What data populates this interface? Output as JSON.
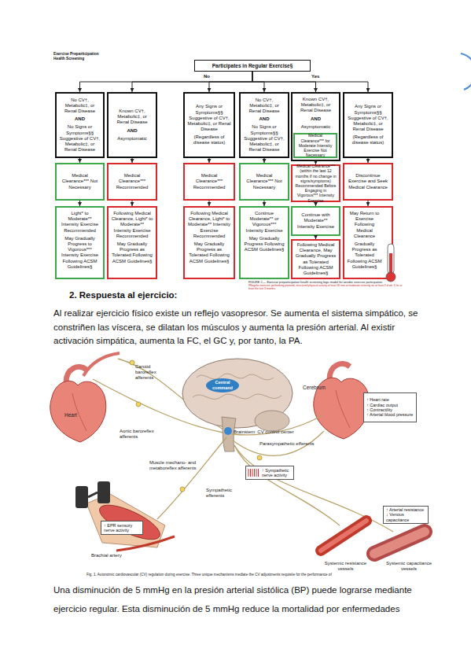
{
  "diagram": {
    "nodes": [
      {
        "text": [
          "Participates in Regular Exercise§"
        ]
      },
      {
        "text": [
          "No CV†, Metabolic‡, or Renal Disease",
          "AND",
          "No Signs or Symptoms§§ Suggestive of CV†, Metabolic‡, or Renal Disease"
        ]
      },
      {
        "text": [
          "Known CV†, Metabolic‡, or Renal Disease",
          "AND",
          "Asymptomatic"
        ]
      },
      {
        "text": [
          "Any Signs or Symptoms§§ Suggestive of CV†, Metabolic‡, or Renal Disease",
          "(Regardless of disease status)"
        ]
      },
      {
        "text": [
          "No CV†, Metabolic‡, or Renal Disease",
          "AND",
          "No Signs or Symptoms§§ Suggestive of CV†, Metabolic‡, or Renal Disease"
        ]
      },
      {
        "text": [
          "Known CV†, Metabolic‡, or Renal Disease",
          "AND",
          "Asymptomatic"
        ]
      },
      {
        "text": [
          "Medical Clearance*** for Moderate Intensity Exercise Not Necessary"
        ],
        "in": 5
      },
      {
        "text": [
          "Any Signs or Symptoms§§ Suggestive of CV†, Metabolic‡, or Renal Disease",
          "(Regardless of disease status)"
        ]
      },
      {
        "text": [
          "Medical Clearance*** Not Necessary"
        ]
      },
      {
        "text": [
          "Medical Clearance*** Recommended"
        ]
      },
      {
        "text": [
          "Medical Clearance*** Recommended"
        ]
      },
      {
        "text": [
          "Medical Clearance*** Not Necessary"
        ]
      },
      {
        "text": [
          "Medical Clearance*** (within the last 12 months if no change in signs/symptoms) Recommended Before Engaging in Vigorous*** Intensity Exercise"
        ]
      },
      {
        "text": [
          "Discontinue Exercise and Seek Medical Clearance"
        ]
      },
      {
        "text": [
          "Light* to Moderate** Intensity Exercise Recommended",
          "May Gradually Progress to Vigorous*** Intensity Exercise Following ACSM Guidelines§"
        ]
      },
      {
        "text": [
          "Following Medical Clearance, Light* to Moderate** Intensity Exercise Recommended",
          "May Gradually Progress as Tolerated Following ACSM Guidelines§"
        ]
      },
      {
        "text": [
          "Following Medical Clearance, Light* to Moderate** Intensity Exercise Recommended",
          "May Gradually Progress as Tolerated Following ACSM Guidelines§"
        ]
      },
      {
        "text": [
          "Continue Moderate** or Vigorous*** Intensity Exercise",
          "May Gradually Progress Following ACSM Guidelines§"
        ]
      },
      {
        "text": [
          "Continue with Moderate** Intensity Exercise"
        ]
      },
      {
        "text": [
          "Following Medical Clearance, May Gradually Progress as Tolerated Following ACSM Guidelines§"
        ]
      },
      {
        "text": [
          "May Return to Exercise Following Medical Clearance",
          "Gradually Progress as Tolerated Following ACSM Guidelines§"
        ]
      },
      {
        "text": [
          "Central command"
        ]
      },
      {
        "text": [
          "↑ Heart rate",
          "↑ Cardiac output",
          "↑ Contractility",
          "↑ Arterial blood pressure"
        ]
      },
      {
        "text": [
          "↑ Sympathetic nerve activity"
        ]
      },
      {
        "text": [
          "↑ Arterial resistance",
          "↓ Venous capacitance"
        ]
      },
      {
        "text": [
          "↑ EPR sensory nerve activity"
        ]
      }
    ],
    "edges": [
      {
        "from": 0,
        "to": 1,
        "arrow": "to"
      },
      {
        "from": 0,
        "to": 2,
        "arrow": "to"
      },
      {
        "from": 0,
        "to": 3,
        "arrow": "to"
      },
      {
        "from": 0,
        "to": 4,
        "arrow": "to"
      },
      {
        "from": 0,
        "to": 5,
        "arrow": "to"
      },
      {
        "from": 0,
        "to": 7,
        "arrow": "to"
      },
      {
        "from": 1,
        "to": 8,
        "arrow": "to"
      },
      {
        "from": 2,
        "to": 9,
        "arrow": "to"
      },
      {
        "from": 3,
        "to": 10,
        "arrow": "to"
      },
      {
        "from": 4,
        "to": 11,
        "arrow": "to"
      },
      {
        "from": 5,
        "to": 12,
        "arrow": "to"
      },
      {
        "from": 7,
        "to": 13,
        "arrow": "to"
      },
      {
        "from": 8,
        "to": 14,
        "arrow": "to"
      },
      {
        "from": 9,
        "to": 15,
        "arrow": "to"
      },
      {
        "from": 10,
        "to": 16,
        "arrow": "to"
      },
      {
        "from": 11,
        "to": 17,
        "arrow": "to"
      },
      {
        "from": 12,
        "to": 18,
        "arrow": "to"
      },
      {
        "from": 18,
        "to": 19,
        "arrow": "to"
      },
      {
        "from": 13,
        "to": 20,
        "arrow": "to"
      }
    ],
    "labels": [
      "Exercise Preparticipation Health Screening",
      "No",
      "Yes",
      "FIGURE 2.— Exercise preparticipation health screening logic model for aerobic exercise participation.",
      "§Regular exercise: performing planned, structured physical activity at least 30 min at moderate intensity on at least 3 d·wk−1 for at least the last 3 months.",
      "2. Respuesta al ejercicio:",
      "Al realizar ejercicio físico existe un reflejo vasopresor. Se aumenta el sistema simpático, se constriñen las víscera, se dilatan los músculos y aumenta la presión arterial. Al existir activación simpática, aumenta la FC, el GC y, por tanto, la PA.",
      "Carotid baroreflex afferents",
      "Cerebrum",
      "Heart",
      "Aortic baroreflex afferents",
      "Brainstem: CV control center",
      "Parasympathetic efferents",
      "Muscle mechano- and metaboreflex afferents",
      "Sympathetic efferents",
      "Brachial artery",
      "Systemic resistance vessels",
      "Systemic capacitance vessels",
      "Fig. 1. Autonomic cardiovascular (CV) regulation during exercise. Three unique mechanisms mediate the CV adjustments requisite for the performance of",
      "Una disminución de 5 mmHg en la presión arterial sistólica (BP) puede lograrse mediante ejercicio regular. Esta disminución de 5 mmHg reduce la mortalidad por enfermedades"
    ]
  }
}
